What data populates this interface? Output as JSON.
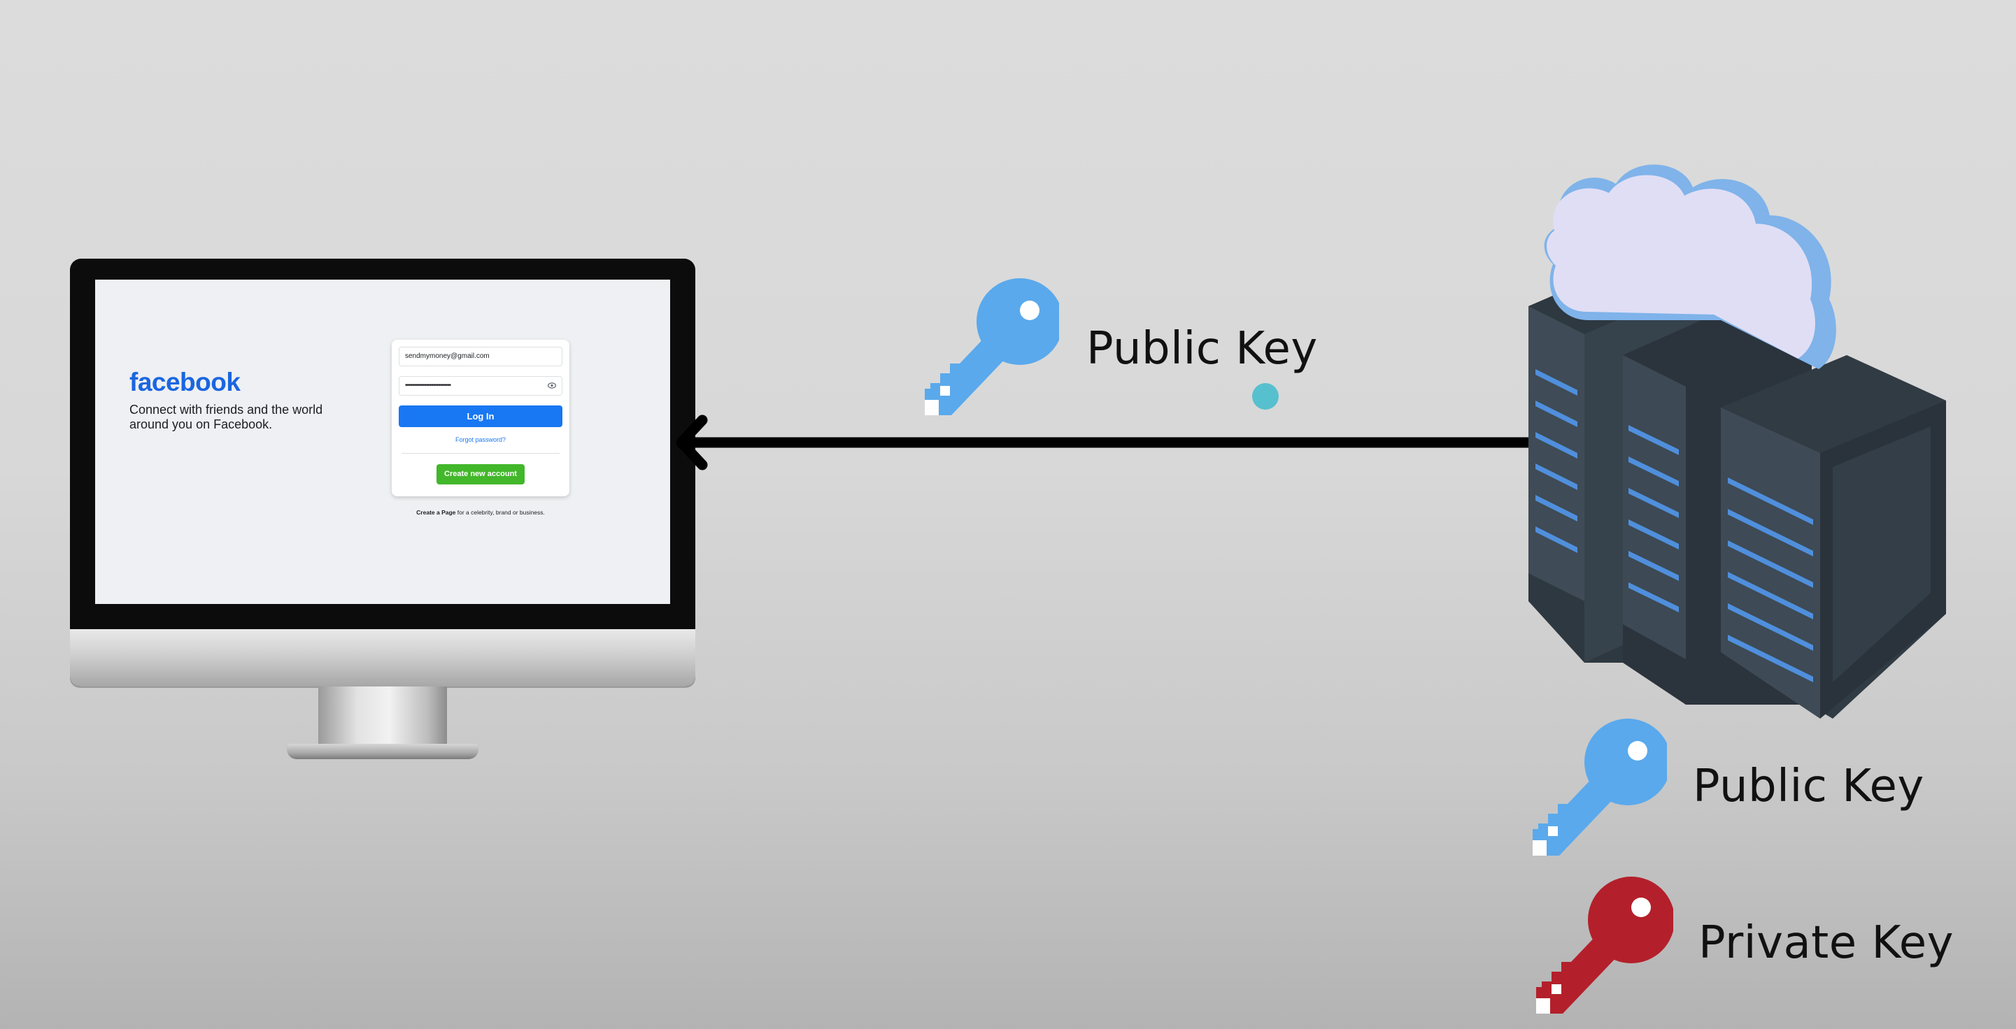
{
  "diagram": {
    "arrow_label": "Public Key",
    "server_keys": [
      {
        "label": "Public Key",
        "color": "#5aa9ec"
      },
      {
        "label": "Private Key",
        "color": "#b3202b"
      }
    ]
  },
  "facebook": {
    "logo": "facebook",
    "tagline": "Connect with friends and the world around you on Facebook.",
    "email_value": "sendmymoney@gmail.com",
    "password_value": "••••••••••••••••••••••••••",
    "login_label": "Log In",
    "forgot_label": "Forgot password?",
    "create_label": "Create new account",
    "page_note_bold": "Create a Page",
    "page_note_rest": " for a celebrity, brand or business.",
    "brand_color": "#1877f2",
    "create_color": "#42b72a"
  },
  "colors": {
    "public_key": "#5aa9ec",
    "private_key": "#b3202b",
    "arrow": "#000000",
    "server": "#3b4752",
    "server_light": "#4c82c9",
    "cloud": "#dcdcf2"
  }
}
